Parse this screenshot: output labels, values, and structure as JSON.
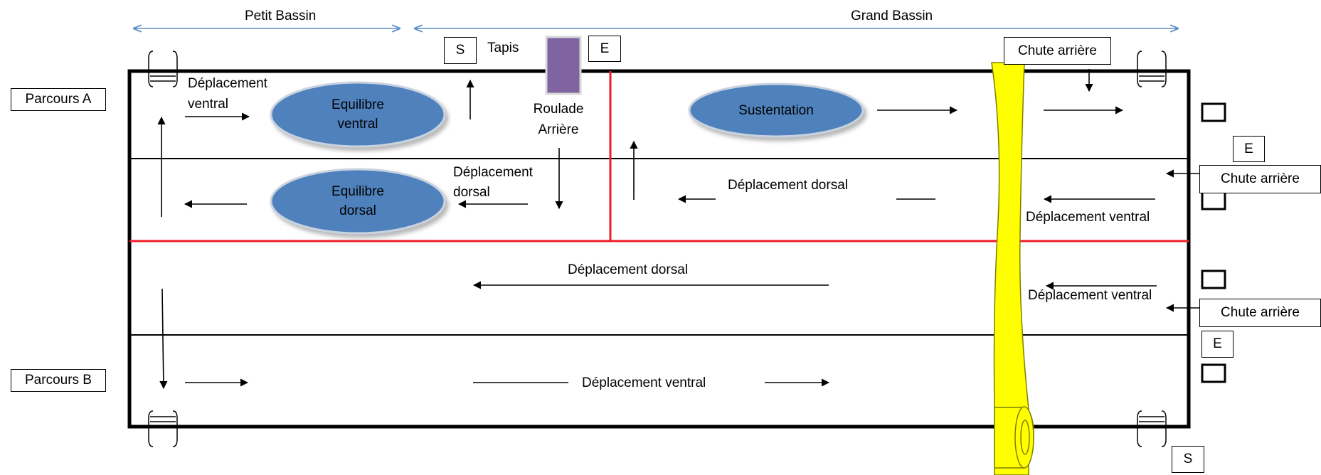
{
  "header": {
    "petit_bassin": "Petit Bassin",
    "grand_bassin": "Grand Bassin"
  },
  "parcours": {
    "a": "Parcours A",
    "b": "Parcours B"
  },
  "markers": {
    "s": "S",
    "e": "E",
    "tapis": "Tapis"
  },
  "stations": {
    "equilibre_ventral": "Equilibre\nventral",
    "equilibre_dorsal": "Equilibre\ndorsal",
    "sustentation": "Sustentation",
    "roulade_arriere_1": "Roulade",
    "roulade_arriere_2": "Arrière",
    "chute_arriere": "Chute arrière"
  },
  "moves": {
    "deplacement_ventral_top_1": "Déplacement",
    "deplacement_ventral_top_2": "ventral",
    "deplacement_dorsal_left_1": "Déplacement",
    "deplacement_dorsal_left_2": "dorsal",
    "deplacement_dorsal": "Déplacement dorsal",
    "deplacement_ventral": "Déplacement ventral"
  },
  "colors": {
    "oval_fill": "#4f81bd",
    "oval_stroke": "#c9d3df",
    "red_line": "#ee1c25",
    "blue_arrow": "#5b8ec9",
    "yellow_line": "#ffff00",
    "tapis_fill": "#8064a2"
  }
}
